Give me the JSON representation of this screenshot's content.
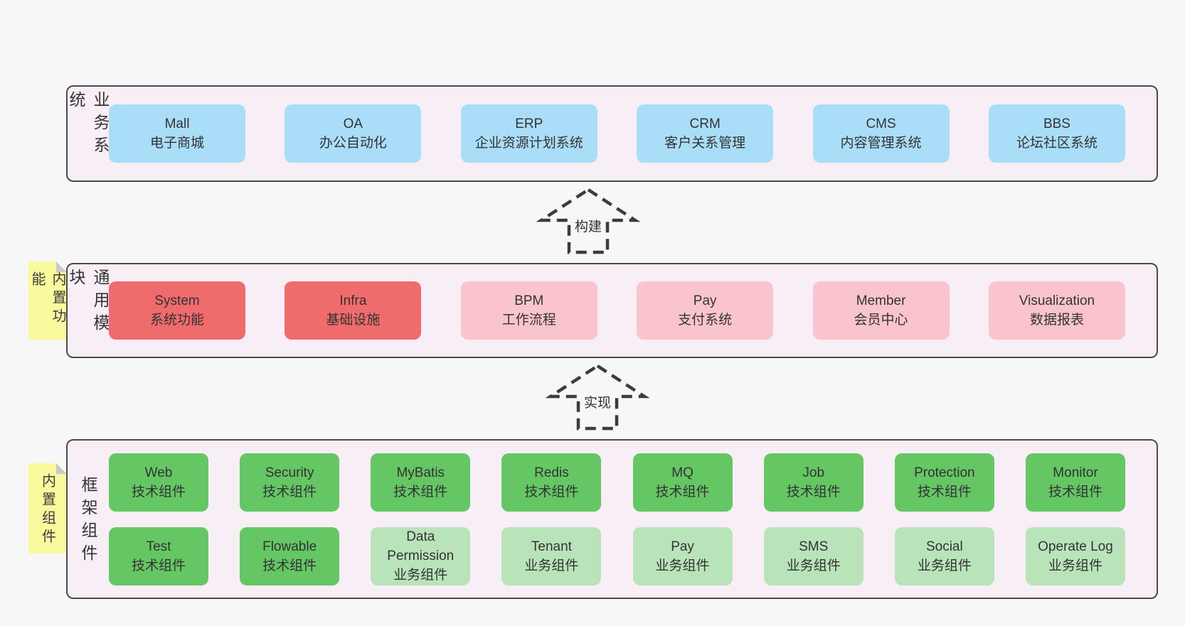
{
  "diagram": {
    "arrows": [
      {
        "label": "构建"
      },
      {
        "label": "实现"
      }
    ],
    "bands": {
      "business": {
        "label": "业务系统",
        "boxes": [
          {
            "en": "Mall",
            "zh": "电子商城",
            "variant": "blue"
          },
          {
            "en": "OA",
            "zh": "办公自动化",
            "variant": "blue"
          },
          {
            "en": "ERP",
            "zh": "企业资源计划系统",
            "variant": "blue"
          },
          {
            "en": "CRM",
            "zh": "客户关系管理",
            "variant": "blue"
          },
          {
            "en": "CMS",
            "zh": "内容管理系统",
            "variant": "blue"
          },
          {
            "en": "BBS",
            "zh": "论坛社区系统",
            "variant": "blue"
          }
        ]
      },
      "modules": {
        "sticky": "内置功能",
        "label": "通用模块",
        "boxes": [
          {
            "en": "System",
            "zh": "系统功能",
            "variant": "red"
          },
          {
            "en": "Infra",
            "zh": "基础设施",
            "variant": "red"
          },
          {
            "en": "BPM",
            "zh": "工作流程",
            "variant": "pink"
          },
          {
            "en": "Pay",
            "zh": "支付系统",
            "variant": "pink"
          },
          {
            "en": "Member",
            "zh": "会员中心",
            "variant": "pink"
          },
          {
            "en": "Visualization",
            "zh": "数据报表",
            "variant": "pink"
          }
        ]
      },
      "components": {
        "sticky": "内置组件",
        "label": "框架组件",
        "rows": [
          [
            {
              "en": "Web",
              "zh": "技术组件",
              "variant": "green"
            },
            {
              "en": "Security",
              "zh": "技术组件",
              "variant": "green"
            },
            {
              "en": "MyBatis",
              "zh": "技术组件",
              "variant": "green"
            },
            {
              "en": "Redis",
              "zh": "技术组件",
              "variant": "green"
            },
            {
              "en": "MQ",
              "zh": "技术组件",
              "variant": "green"
            },
            {
              "en": "Job",
              "zh": "技术组件",
              "variant": "green"
            },
            {
              "en": "Protection",
              "zh": "技术组件",
              "variant": "green"
            },
            {
              "en": "Monitor",
              "zh": "技术组件",
              "variant": "green"
            }
          ],
          [
            {
              "en": "Test",
              "zh": "技术组件",
              "variant": "green"
            },
            {
              "en": "Flowable",
              "zh": "技术组件",
              "variant": "green"
            },
            {
              "en": "Data Permission",
              "zh": "业务组件",
              "variant": "lightgreen"
            },
            {
              "en": "Tenant",
              "zh": "业务组件",
              "variant": "lightgreen"
            },
            {
              "en": "Pay",
              "zh": "业务组件",
              "variant": "lightgreen"
            },
            {
              "en": "SMS",
              "zh": "业务组件",
              "variant": "lightgreen"
            },
            {
              "en": "Social",
              "zh": "业务组件",
              "variant": "lightgreen"
            },
            {
              "en": "Operate Log",
              "zh": "业务组件",
              "variant": "lightgreen"
            }
          ]
        ]
      }
    },
    "colors": {
      "page_background": "#f7f7f8",
      "band_background": "#f8eef6",
      "band_border": "#4a4a4a",
      "box_blue": "#aadef8",
      "box_red": "#f06c6c",
      "box_pink": "#fac4cd",
      "box_green": "#64c764",
      "box_lightgreen": "#b9e3b9",
      "sticky_yellow": "#f9f99e",
      "sticky_fold": "#c9c9c9",
      "arrow_stroke": "#3c3c3c",
      "text": "#333333"
    }
  }
}
